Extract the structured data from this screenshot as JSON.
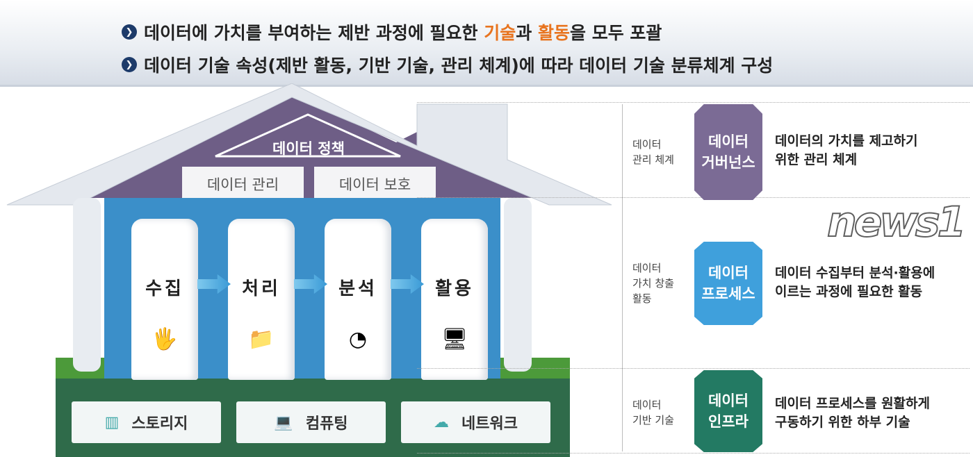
{
  "banner": {
    "line1": {
      "pre": "데이터에 가치를 부여하는 제반 과정에 필요한 ",
      "h1": "기술",
      "mid": "과 ",
      "h2": "활동",
      "post": "을 모두 포괄"
    },
    "line2": "데이터 기술 속성(제반 활동, 기반 기술, 관리 체계)에 따라 데이터 기술 분류체계 구성"
  },
  "roof": {
    "top": "데이터 정책",
    "left": "데이터 관리",
    "right": "데이터 보호"
  },
  "pillars": [
    {
      "label": "수집",
      "icon": "data-collection-icon"
    },
    {
      "label": "처리",
      "icon": "data-processing-icon"
    },
    {
      "label": "분석",
      "icon": "pie-chart-icon"
    },
    {
      "label": "활용",
      "icon": "monitor-dashboard-icon"
    }
  ],
  "foundation": [
    {
      "label": "스토리지",
      "icon": "server-icon"
    },
    {
      "label": "컴퓨팅",
      "icon": "laptop-icon"
    },
    {
      "label": "네트워크",
      "icon": "cloud-network-icon"
    }
  ],
  "legend": [
    {
      "side": [
        "데이터",
        "관리 체계"
      ],
      "box": [
        "데이터",
        "거버넌스"
      ],
      "desc": [
        "데이터의 가치를 제고하기",
        "위한 관리 체계"
      ],
      "color": "#7b6b95"
    },
    {
      "side": [
        "데이터",
        "가치 창출",
        "활동"
      ],
      "box": [
        "데이터",
        "프로세스"
      ],
      "desc": [
        "데이터 수집부터 분석·활용에",
        "이르는 과정에 필요한 활동"
      ],
      "color": "#3fa0dc"
    },
    {
      "side": [
        "데이터",
        "기반 기술"
      ],
      "box": [
        "데이터",
        "인프라"
      ],
      "desc": [
        "데이터 프로세스를 원활하게",
        "구동하기 위한 하부 기술"
      ],
      "color": "#237a63"
    }
  ],
  "watermark": "news1"
}
